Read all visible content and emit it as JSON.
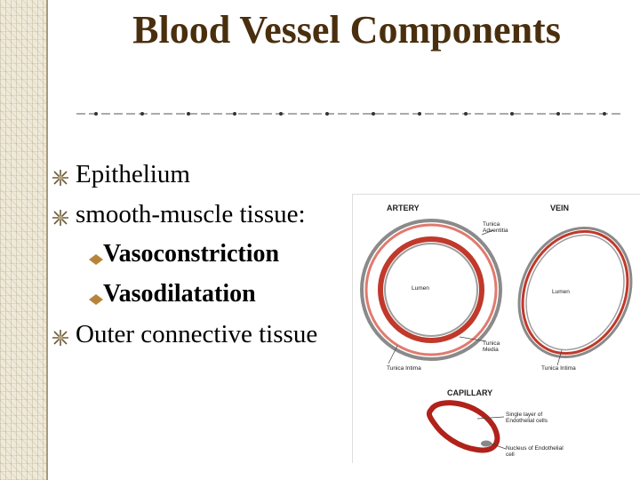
{
  "slide": {
    "title": "Blood Vessel Components",
    "bullets": [
      {
        "text": "Epithelium",
        "level": 1
      },
      {
        "text": "smooth-muscle tissue:",
        "level": 1
      },
      {
        "text": "Vasoconstriction",
        "level": 2
      },
      {
        "text": "Vasodilatation",
        "level": 2
      },
      {
        "text": "Outer connective tissue",
        "level": 1
      }
    ]
  },
  "figure": {
    "artery_label": "ARTERY",
    "vein_label": "VEIN",
    "capillary_label": "CAPILLARY",
    "tunica_adventitia": "Tunica Adventitia",
    "lumen_artery": "Lumen",
    "lumen_vein": "Lumen",
    "tunica_media": "Tunica Media",
    "tunica_intima_artery": "Tunica Intima",
    "tunica_intima_vein": "Tunica Intima",
    "single_layer": "Single layer of Endothelial cells",
    "nucleus": "Nucleus of Endothelial cell"
  },
  "colors": {
    "title": "#4a2f0e",
    "vessel_red": "#c0392b",
    "ring_gray": "#8a8a8a"
  }
}
